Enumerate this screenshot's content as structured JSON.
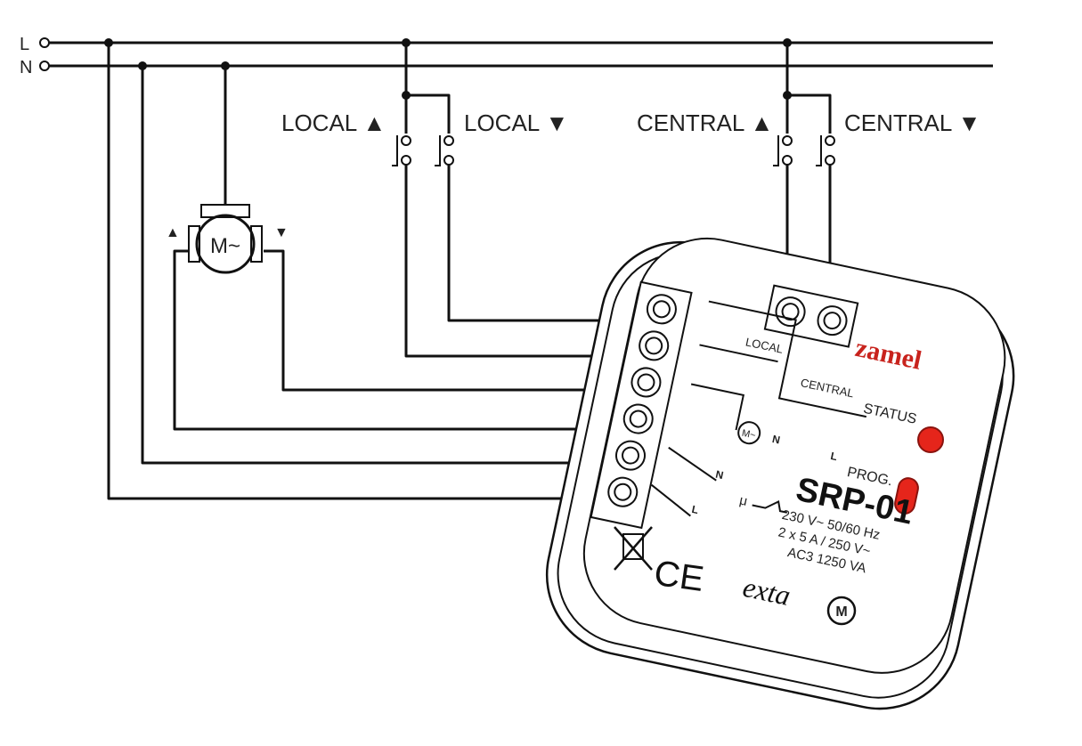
{
  "supply": {
    "line_label": "L",
    "neutral_label": "N"
  },
  "switches": {
    "local_up": "LOCAL ▲",
    "local_down": "LOCAL ▼",
    "central_up": "CENTRAL ▲",
    "central_down": "CENTRAL ▼"
  },
  "motor": {
    "label": "M~",
    "up_arrow": "▲",
    "down_arrow": "▼"
  },
  "device": {
    "brand": "zamel",
    "status_label": "STATUS",
    "prog_label": "PROG.",
    "model": "SRP-01",
    "spec_line1": "230 V~ 50/60 Hz",
    "spec_line2": "2 x 5 A / 250 V~",
    "spec_line3": "AC3 1250 VA",
    "relay_symbol": "μ",
    "local_label": "LOCAL",
    "central_label": "CENTRAL",
    "internal_motor": "M~",
    "n_label": "N",
    "l_label": "L",
    "exta_logo": "exta",
    "m_badge": "M",
    "ce_mark": "CE",
    "status_led_color": "#e5251b",
    "prog_button_color": "#e5251b"
  }
}
